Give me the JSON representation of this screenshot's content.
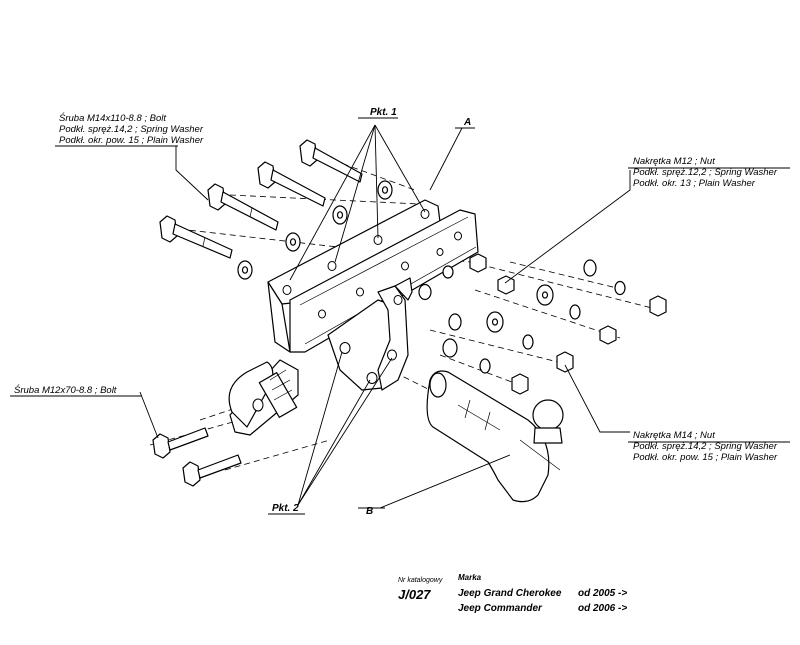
{
  "labels": {
    "pkt1": "Pkt. 1",
    "pkt2": "Pkt. 2",
    "a": "A",
    "b": "B",
    "bolt_m14": [
      "Śruba M14x110-8.8 ;  Bolt",
      "Podkł. spręż.14,2 ; Spring Washer",
      "Podkł. okr. pow. 15 ; Plain Washer"
    ],
    "nut_m12": [
      "Nakrętka  M12 ; Nut",
      "Podkł. spręż.12,2 ; Spring Washer",
      "Podkł. okr. 13 ; Plain Washer"
    ],
    "nut_m14": [
      "Nakrętka  M14 ; Nut",
      "Podkł. spręż.14,2 ; Spring Washer",
      "Podkł. okr. pow. 15 ; Plain Washer"
    ],
    "bolt_m12": "Śruba M12x70-8.8 ;  Bolt"
  },
  "catalog": {
    "label": "Nr katalogowy",
    "number": "J/027",
    "brand_label": "Marka",
    "rows": [
      {
        "model": "Jeep Grand Cherokee",
        "from": "od  2005 ->"
      },
      {
        "model": "Jeep Commander",
        "from": "od  2006 ->"
      }
    ]
  }
}
